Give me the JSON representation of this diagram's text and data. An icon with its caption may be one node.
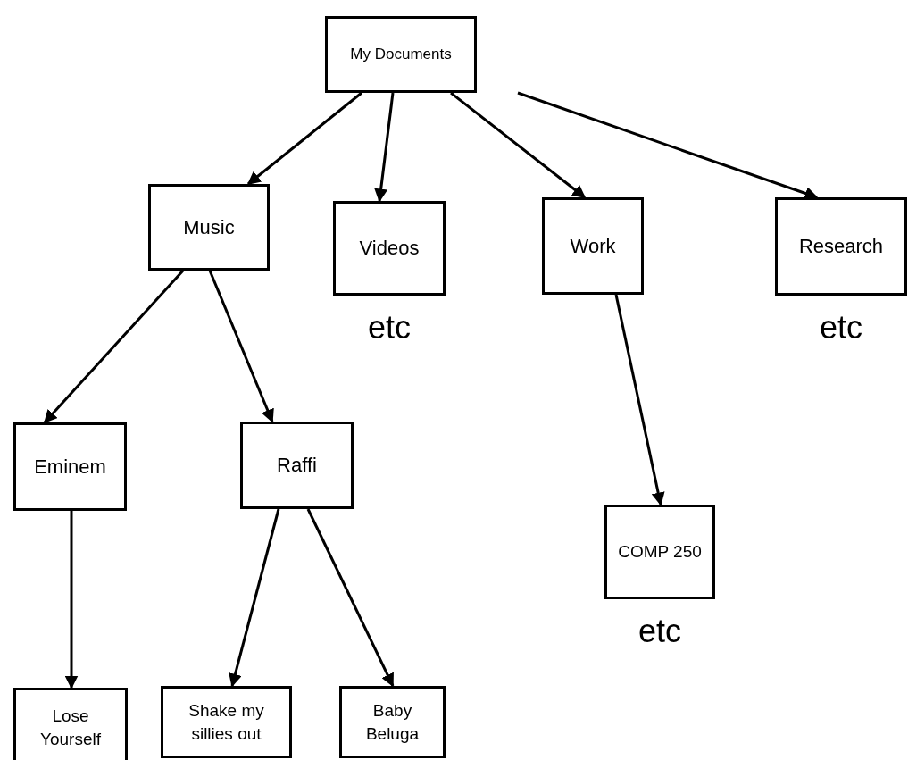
{
  "diagram": {
    "nodes": [
      {
        "text": [
          "My Documents"
        ]
      },
      {
        "text": [
          "Music"
        ]
      },
      {
        "text": [
          "Videos"
        ],
        "beside": [
          "etc"
        ]
      },
      {
        "text": [
          "Work"
        ]
      },
      {
        "text": [
          "Research"
        ],
        "beside": [
          "etc"
        ]
      },
      {
        "text": [
          "Eminem"
        ]
      },
      {
        "text": [
          "Raffi"
        ]
      },
      {
        "text": [
          "COMP 250"
        ],
        "beside": [
          "etc"
        ]
      },
      {
        "text": [
          "Lose Yourself"
        ]
      },
      {
        "text": [
          "Shake my sillies out"
        ]
      },
      {
        "text": [
          "Baby Beluga"
        ]
      }
    ],
    "edges": [
      {
        "from": 0,
        "to": 1,
        "arrow": "to"
      },
      {
        "from": 0,
        "to": 2,
        "arrow": "to"
      },
      {
        "from": 0,
        "to": 3,
        "arrow": "to"
      },
      {
        "from": 0,
        "to": 4,
        "arrow": "to"
      },
      {
        "from": 1,
        "to": 5,
        "arrow": "to"
      },
      {
        "from": 1,
        "to": 6,
        "arrow": "to"
      },
      {
        "from": 3,
        "to": 7,
        "arrow": "to"
      },
      {
        "from": 5,
        "to": 8,
        "arrow": "to"
      },
      {
        "from": 6,
        "to": 9,
        "arrow": "to"
      },
      {
        "from": 6,
        "to": 10,
        "arrow": "to"
      }
    ]
  }
}
